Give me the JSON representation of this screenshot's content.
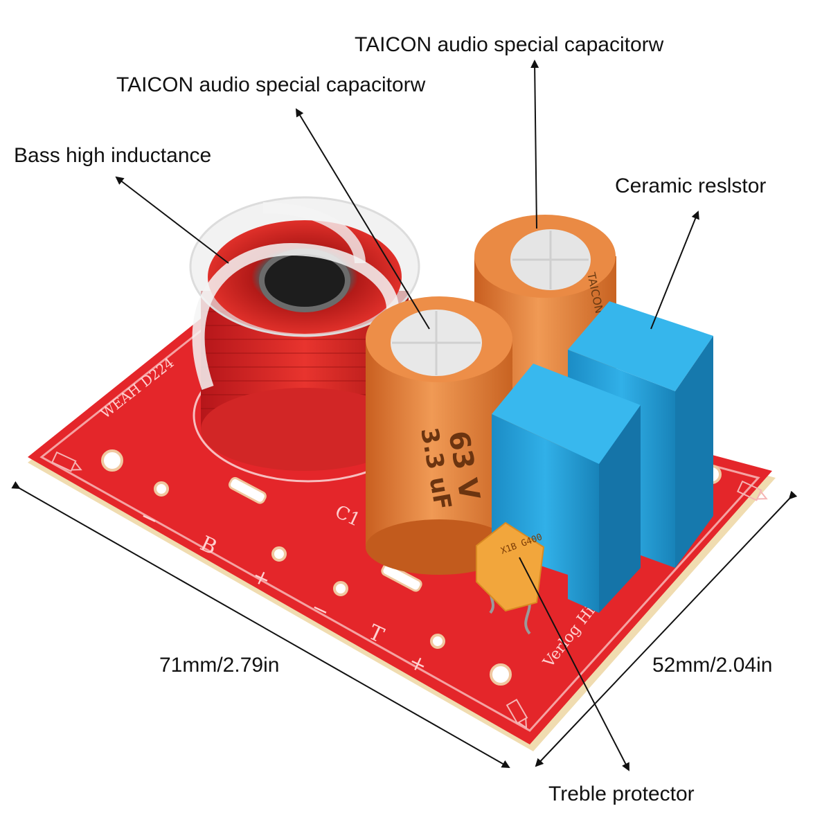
{
  "annotations": {
    "capacitor_top": "TAICON audio special capacitorw",
    "capacitor_mid": "TAICON audio special capacitorw",
    "inductor": "Bass high inductance",
    "resistor": "Ceramic reslstor",
    "treble": "Treble protector",
    "width": "71mm/2.79in",
    "depth": "52mm/2.04in"
  },
  "board": {
    "brand": "WEAH D224",
    "logo": "Verlog Hi-Fi",
    "silk_minus1": "−",
    "silk_b": "B",
    "silk_plus1": "+",
    "silk_minus2": "−",
    "silk_t": "T",
    "silk_plus2": "+",
    "silk_c1": "C1",
    "cap_front_value": "3.3 uF",
    "cap_front_voltage": "63 V",
    "cap_back_brand": "TAICON",
    "ceramic_marking": "X1B G400"
  },
  "colors": {
    "board": "#e4262a",
    "capacitor": "#e57c36",
    "resistor": "#1ea3de",
    "coil": "#d9201f",
    "ceramic": "#f2a63c"
  }
}
